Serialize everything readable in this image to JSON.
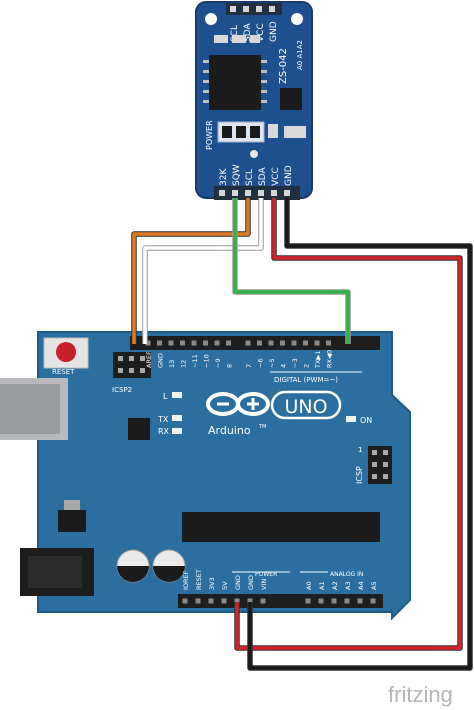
{
  "rtc_module": {
    "top_pins": [
      "SCL",
      "SDA",
      "VCC",
      "GND"
    ],
    "model": "ZS-042",
    "address_pins": "A0 A1A2",
    "power_label": "POWER",
    "bottom_pins": [
      "32K",
      "SQW",
      "SCL",
      "SDA",
      "VCC",
      "GND"
    ]
  },
  "arduino": {
    "reset_label": "RESET",
    "icsp2_label": "ICSP2",
    "icsp_label": "ICSP",
    "icsp_pin1": "1",
    "digital_label": "DIGITAL (PWM=~)",
    "digital_pins": [
      "AREF",
      "GND",
      "13",
      "12",
      "~11",
      "~10",
      "~9",
      "8",
      "7",
      "~6",
      "~5",
      "4",
      "~3",
      "2",
      "TX▶1",
      "RX◀0"
    ],
    "led_l": "L",
    "led_tx": "TX",
    "led_rx": "RX",
    "on_label": "ON",
    "uno_label": "UNO",
    "brand": "Arduino",
    "brand_tm": "TM",
    "power_header_label": "POWER",
    "analog_header_label": "ANALOG IN",
    "power_pins": [
      "IOREF",
      "RESET",
      "3V3",
      "5V",
      "GND",
      "GND",
      "VIN"
    ],
    "analog_pins": [
      "A0",
      "A1",
      "A2",
      "A3",
      "A4",
      "A5"
    ]
  },
  "wires": [
    {
      "name": "SCL",
      "color": "#e07b22"
    },
    {
      "name": "SDA",
      "color": "#ffffff"
    },
    {
      "name": "SQW",
      "color": "#35b14a"
    },
    {
      "name": "VCC",
      "color": "#d5232a"
    },
    {
      "name": "GND",
      "color": "#1a1a1a"
    }
  ],
  "colors": {
    "pcb_blue": "#2a6fa0",
    "module_blue": "#1e4f8f",
    "background": "#ffffff"
  },
  "watermark": "fritzing"
}
